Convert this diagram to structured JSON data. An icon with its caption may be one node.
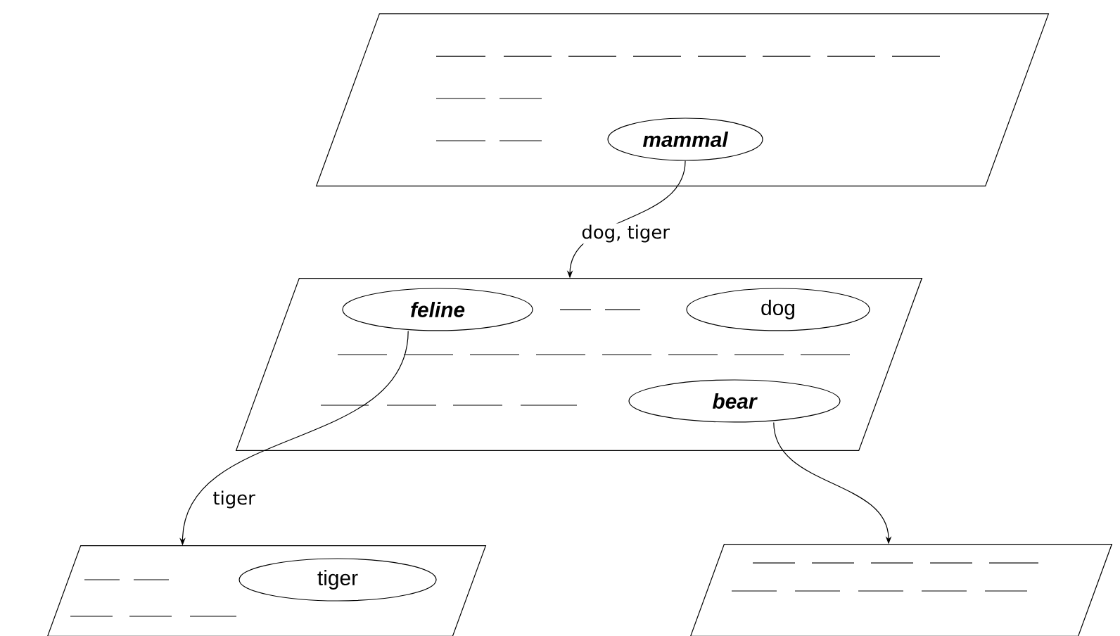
{
  "diagram": {
    "nodes": [
      {
        "text": [],
        "shape": "parallelogram"
      },
      {
        "text": [
          "mammal"
        ],
        "in": 0
      },
      {
        "text": [],
        "shape": "parallelogram"
      },
      {
        "text": [
          "feline"
        ],
        "in": 2
      },
      {
        "text": [
          "dog"
        ],
        "in": 2
      },
      {
        "text": [
          "bear"
        ],
        "in": 2
      },
      {
        "text": [],
        "shape": "parallelogram"
      },
      {
        "text": [
          "tiger"
        ],
        "in": 6
      },
      {
        "text": [],
        "shape": "parallelogram"
      }
    ],
    "edges": [
      {
        "from": 1,
        "to": 2,
        "arrow": "to",
        "label": "dog, tiger"
      },
      {
        "from": 3,
        "to": 6,
        "arrow": "to",
        "label": "tiger"
      },
      {
        "from": 5,
        "to": 8,
        "arrow": "to"
      }
    ]
  }
}
